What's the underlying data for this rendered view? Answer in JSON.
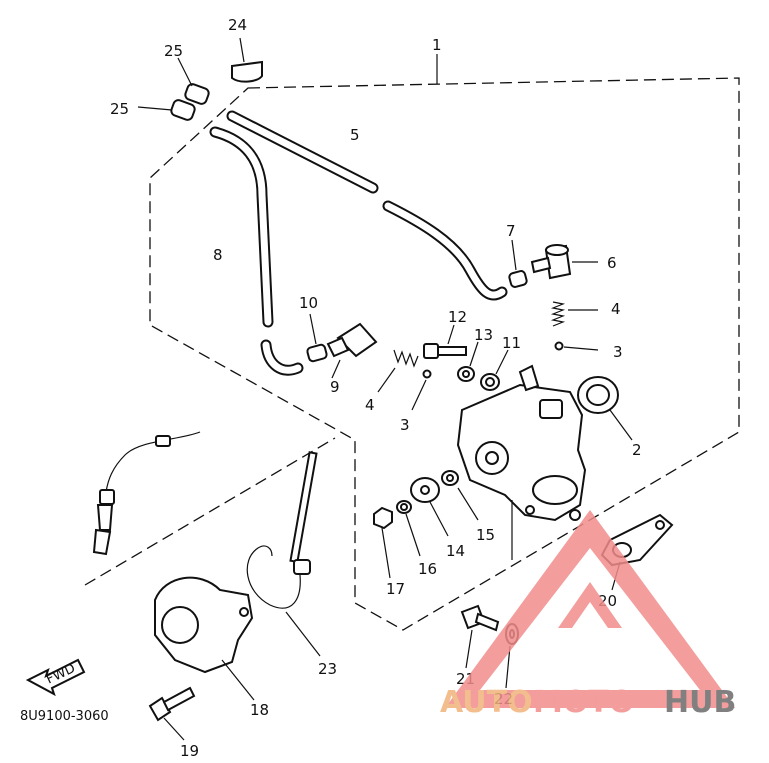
{
  "diagram": {
    "part_labels": {
      "p1": "1",
      "p2": "2",
      "p3a": "3",
      "p3b": "3",
      "p4a": "4",
      "p4b": "4",
      "p5": "5",
      "p6": "6",
      "p7": "7",
      "p8": "8",
      "p9": "9",
      "p10": "10",
      "p11": "11",
      "p12": "12",
      "p13": "13",
      "p14": "14",
      "p15": "15",
      "p16": "16",
      "p17": "17",
      "p18": "18",
      "p19": "19",
      "p20": "20",
      "p21": "21",
      "p22": "22",
      "p23": "23",
      "p24": "24",
      "p25a": "25",
      "p25b": "25"
    },
    "catalog_code": "8U9100-3060",
    "direction_arrow": "FWD"
  },
  "watermark": {
    "brand_auto": "AUTO",
    "brand_moto": "MOTO",
    "brand_hub": "HUB",
    "colors": {
      "red": "#f28c8c",
      "orange": "#f2b37a",
      "grey": "#6b6b6b"
    }
  }
}
